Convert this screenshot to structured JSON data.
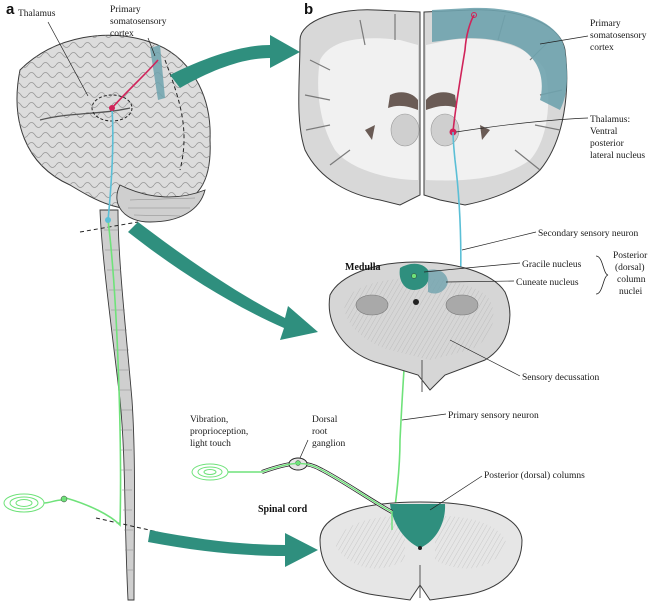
{
  "panels": {
    "a": "a",
    "b": "b"
  },
  "labels": {
    "thalamus_a": "Thalamus",
    "primary_somatosensory_a": [
      "Primary",
      "somatosensory",
      "cortex"
    ],
    "primary_somatosensory_b": [
      "Primary",
      "somatosensory",
      "cortex"
    ],
    "thalamus_b": [
      "Thalamus:",
      "Ventral",
      "posterior",
      "lateral nucleus"
    ],
    "secondary_sensory_neuron": "Secondary sensory neuron",
    "medulla": "Medulla",
    "gracile_nucleus": "Gracile nucleus",
    "cuneate_nucleus": "Cuneate nucleus",
    "posterior_column_nuclei": [
      "Posterior",
      "(dorsal)",
      "column",
      "nuclei"
    ],
    "sensory_decussation": "Sensory decussation",
    "primary_sensory_neuron": "Primary sensory neuron",
    "vibration": [
      "Vibration,",
      "proprioception,",
      "light touch"
    ],
    "dorsal_root_ganglion": [
      "Dorsal",
      "root",
      "ganglion"
    ],
    "posterior_columns": "Posterior (dorsal) columns",
    "spinal_cord": "Spinal cord"
  },
  "colors": {
    "cortex_teal": "#6fa3ae",
    "arrow_teal": "#2f8f7e",
    "primary_neuron": "#6fe27a",
    "secondary_neuron": "#5bbfd6",
    "tertiary_neuron": "#d0245a",
    "tissue_gray": "#cfcfcf",
    "white_matter": "#f1f1f1"
  }
}
